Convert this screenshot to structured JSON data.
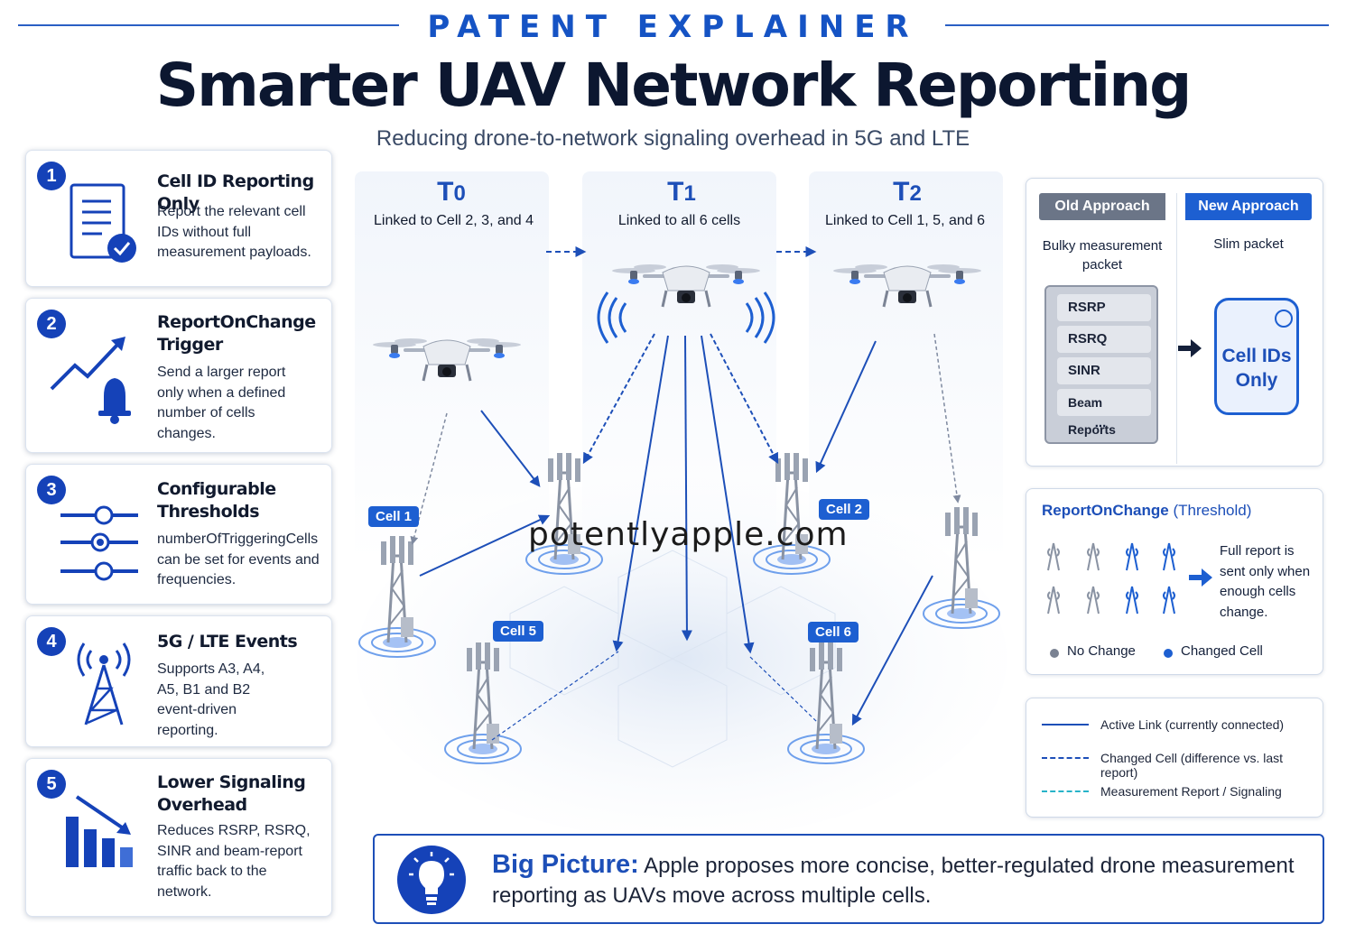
{
  "header": {
    "kicker": "PATENT EXPLAINER",
    "title": "Smarter UAV Network Reporting",
    "subtitle": "Reducing drone-to-network signaling overhead in 5G and LTE"
  },
  "features": [
    {
      "num": "1",
      "title": "Cell ID Reporting Only",
      "body": "Report the relevant cell IDs without full measurement payloads.",
      "icon": "document-check-icon"
    },
    {
      "num": "2",
      "title": "ReportOnChange Trigger",
      "body": "Send a larger report only when a defined number of cells changes.",
      "icon": "trend-bell-icon"
    },
    {
      "num": "3",
      "title": "Configurable Thresholds",
      "body": "numberOfTriggeringCells can be set for events and frequencies.",
      "icon": "sliders-icon"
    },
    {
      "num": "4",
      "title": "5G / LTE Events",
      "body": "Supports A3, A4, A5, B1 and B2 event-driven reporting.",
      "icon": "antenna-tower-icon"
    },
    {
      "num": "5",
      "title": "Lower Signaling Overhead",
      "body": "Reduces RSRP, RSRQ, SINR and beam-report traffic back to the network.",
      "icon": "declining-bars-icon"
    }
  ],
  "timeline": [
    {
      "label": "T",
      "sub": "0",
      "desc": "Linked to Cell 2, 3, and 4"
    },
    {
      "label": "T",
      "sub": "1",
      "desc": "Linked to all 6 cells"
    },
    {
      "label": "T",
      "sub": "2",
      "desc": "Linked to Cell 1, 5, and 6"
    }
  ],
  "cells": {
    "c1": "Cell 1",
    "c2": "Cell 2",
    "c5": "Cell 5",
    "c6": "Cell 6"
  },
  "watermark": "potentlyapple.com",
  "comparison": {
    "old_tab": "Old Approach",
    "new_tab": "New Approach",
    "old_caption": "Bulky measurement packet",
    "new_caption": "Slim packet",
    "packet_rows": [
      "RSRP",
      "RSRQ",
      "SINR",
      "Beam Reports",
      "..."
    ],
    "slim_label_1": "Cell IDs",
    "slim_label_2": "Only"
  },
  "threshold": {
    "title": "ReportOnChange",
    "title_suffix": "(Threshold)",
    "description": "Full report is sent only when enough cells change.",
    "legend_no_change": "No Change",
    "legend_changed": "Changed Cell"
  },
  "legend": {
    "active": "Active Link (currently connected)",
    "changed": "Changed Cell (difference vs. last report)",
    "measurement": "Measurement Report / Signaling"
  },
  "big_picture": {
    "label": "Big Picture:",
    "text": "Apple proposes more concise, better-regulated drone measurement reporting as UAVs move across multiple cells."
  },
  "colors": {
    "accent": "#1d4fb8",
    "dark": "#0c1730",
    "grey_tower": "#8a93a3",
    "teal": "#27b3c9"
  }
}
